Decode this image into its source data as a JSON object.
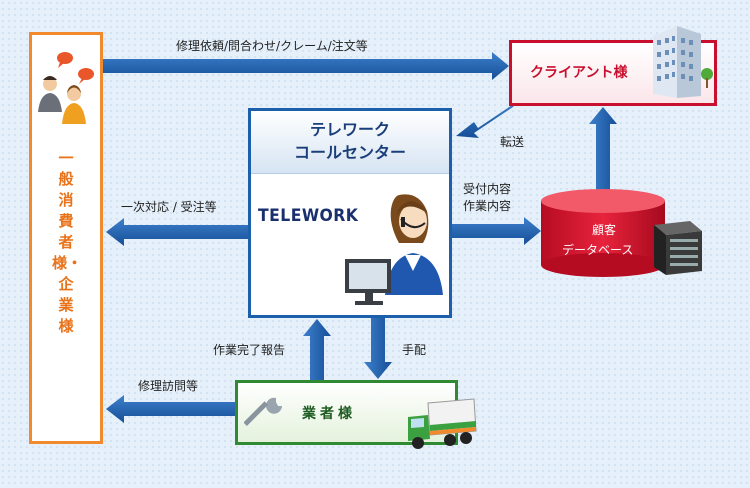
{
  "customer": {
    "label": "一般消費者様・企業様"
  },
  "client": {
    "label": "クライアント様"
  },
  "call_center": {
    "title_line1": "テレワーク",
    "title_line2": "コールセンター",
    "logo": "TELEWORK"
  },
  "vendor": {
    "label": "業者様"
  },
  "database": {
    "line1": "顧客",
    "line2": "データベース"
  },
  "flows": {
    "customer_to_client": "修理依頼/問合わせ/クレーム/注文等",
    "client_to_center": "転送",
    "center_to_customer": "一次対応 / 受注等",
    "center_to_db_1": "受付内容",
    "center_to_db_2": "作業内容",
    "vendor_to_center": "作業完了報告",
    "center_to_vendor": "手配",
    "vendor_to_customer": "修理訪問等"
  },
  "colors": {
    "arrow": "#1c5fab",
    "customer_border": "#f08a2c",
    "client_border": "#c8102e",
    "center_border": "#1c5fab",
    "vendor_border": "#2f8a33",
    "database": "#d2102a"
  }
}
